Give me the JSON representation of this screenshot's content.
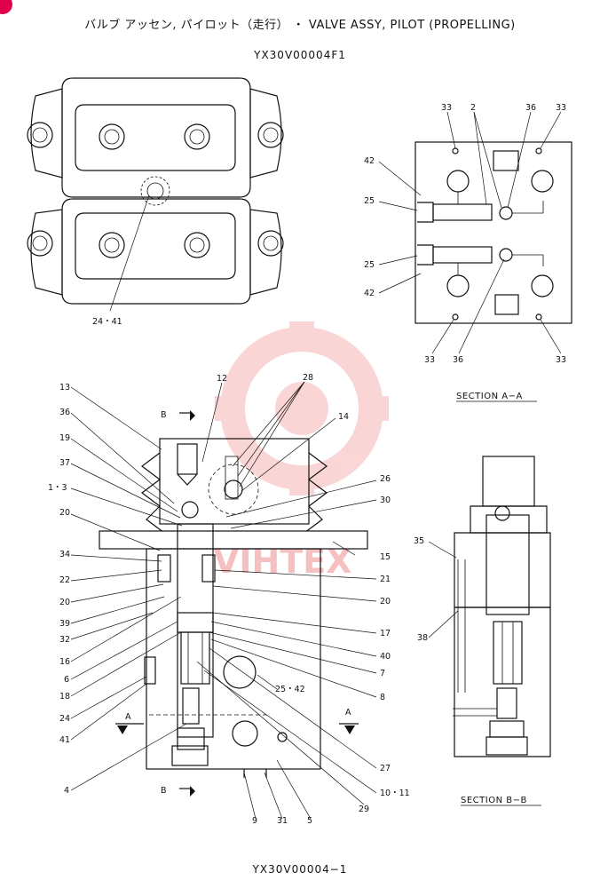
{
  "header": {
    "title": "バルブ アッセン, パイロット（走行） ・ VALVE ASSY, PILOT (PROPELLING)",
    "code_top": "YX30V00004F1",
    "code_bottom": "YX30V00004−1"
  },
  "watermark": {
    "text": "VIHTEX",
    "color": "#f3a6a6"
  },
  "sections": {
    "aa": "SECTION A−A",
    "bb": "SECTION B−B"
  },
  "markers": {
    "a": "A",
    "b": "B"
  },
  "parts": {
    "p24_41": "24・41",
    "p33": "33",
    "p2": "2",
    "p36": "36",
    "p42": "42",
    "p25": "25",
    "p13": "13",
    "p12": "12",
    "p28": "28",
    "p14": "14",
    "p19": "19",
    "p37": "37",
    "p1_3": "1・3",
    "p26": "26",
    "p30": "30",
    "p20": "20",
    "p15": "15",
    "p34": "34",
    "p22": "22",
    "p21": "21",
    "p39": "39",
    "p32": "32",
    "p17": "17",
    "p16": "16",
    "p40": "40",
    "p6": "6",
    "p7": "7",
    "p18": "18",
    "p8": "8",
    "p25_42": "25・42",
    "p41": "41",
    "p27": "27",
    "p4": "4",
    "p10_11": "10・11",
    "p29": "29",
    "p9": "9",
    "p31": "31",
    "p5": "5",
    "p35": "35",
    "p38": "38"
  }
}
